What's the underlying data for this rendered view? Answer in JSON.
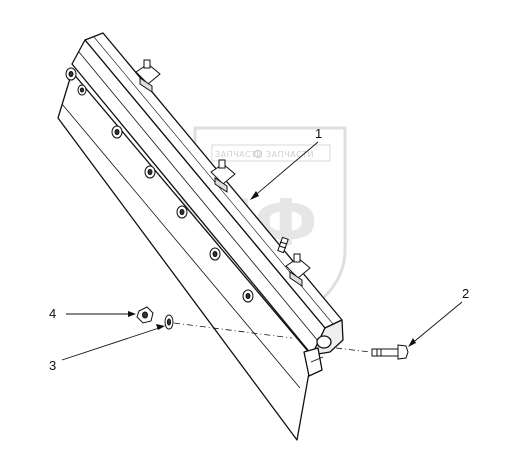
{
  "watermark": {
    "line1": "ЗАПЧАСТИ",
    "line2": "ЗАПЧАСТИ",
    "logo": "ЗПФ"
  },
  "callouts": [
    {
      "id": "1",
      "label": "1"
    },
    {
      "id": "2",
      "label": "2"
    },
    {
      "id": "3",
      "label": "3"
    },
    {
      "id": "4",
      "label": "4"
    }
  ],
  "colors": {
    "line": "#111111",
    "fill": "#ffffff",
    "shade": "#dcdcdc",
    "watermark": "#dddddd"
  }
}
